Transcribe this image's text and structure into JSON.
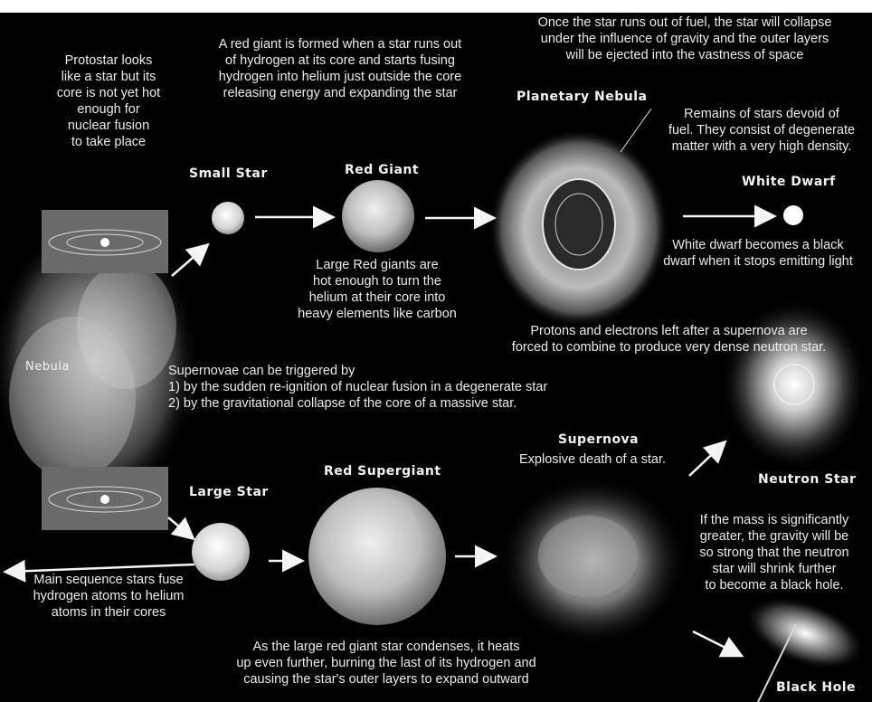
{
  "texts": {
    "protostar_note": "Protostar looks\nlike a star but its\ncore is not yet hot\nenough for\nnuclear fusion\nto take place",
    "red_giant_formation": "A red giant is formed when a star runs out\nof hydrogen at its core and starts  fusing\nhydrogen into helium just outside the  core\nreleasing energy and expanding the star",
    "collapse_note": "Once the star runs out of fuel, the star will collapse\nunder the influence of gravity and the outer layers\nwill be ejected into the vastness of space",
    "white_dwarf_remains": "Remains of stars devoid of\nfuel. They consist of degenerate\nmatter with a very high density.",
    "black_dwarf_note": "White dwarf becomes a black\ndwarf when it stops emitting light",
    "large_red_giants_note": "Large Red giants are\nhot enough to turn the\nhelium at their core into\nheavy elements like carbon",
    "neutron_formation": "Protons and electrons left after a supernova are\nforced to combine to produce very dense neutron star.",
    "supernova_triggers": "Supernovae can be triggered by\n1) by the sudden re-ignition of nuclear fusion in a degenerate star\n2) by the gravitational collapse of the core of a massive star.",
    "supernova_desc": "Explosive death of a star.",
    "black_hole_note": "If the mass is significantly\ngreater, the gravity will be\nso strong that the neutron\nstar will shrink further\nto become a black hole.",
    "main_sequence_note": "Main sequence stars fuse\nhydrogen atoms to helium\natoms in their cores",
    "supergiant_condense": "As the large red giant star condenses, it heats\nup even further, burning the last of its hydrogen and\ncausing the star's outer layers to expand outward"
  },
  "labels": {
    "small_star": "Small Star",
    "red_giant": "Red Giant",
    "planetary_nebula": "Planetary Nebula",
    "white_dwarf": "White Dwarf",
    "nebula": "Nebula",
    "large_star": "Large Star",
    "red_supergiant": "Red Supergiant",
    "supernova": "Supernova",
    "neutron_star": "Neutron Star",
    "black_hole": "Black Hole"
  }
}
